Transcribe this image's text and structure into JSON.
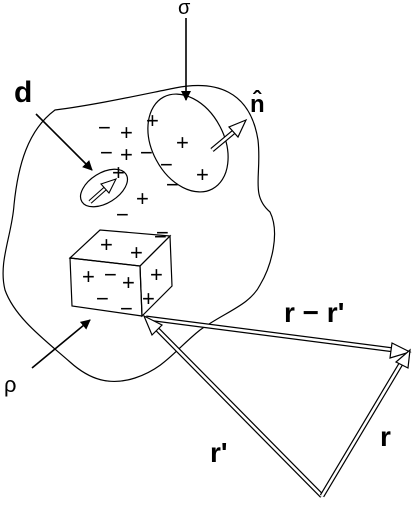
{
  "labels": {
    "sigma": "σ",
    "n_hat": "n̂",
    "d": "d",
    "rho": "ρ",
    "r_minus_r_prime": "r − r'",
    "r_prime": "r'",
    "r": "r"
  },
  "charges": {
    "ellipse": [
      "−",
      "+",
      "+",
      "−",
      "+",
      "−",
      "+",
      "−",
      "+",
      "+",
      "−"
    ],
    "between": [
      "−",
      "−"
    ],
    "cube": [
      "+",
      "+",
      "−",
      "+",
      "−",
      "+",
      "+",
      "−",
      "+",
      "−"
    ]
  }
}
